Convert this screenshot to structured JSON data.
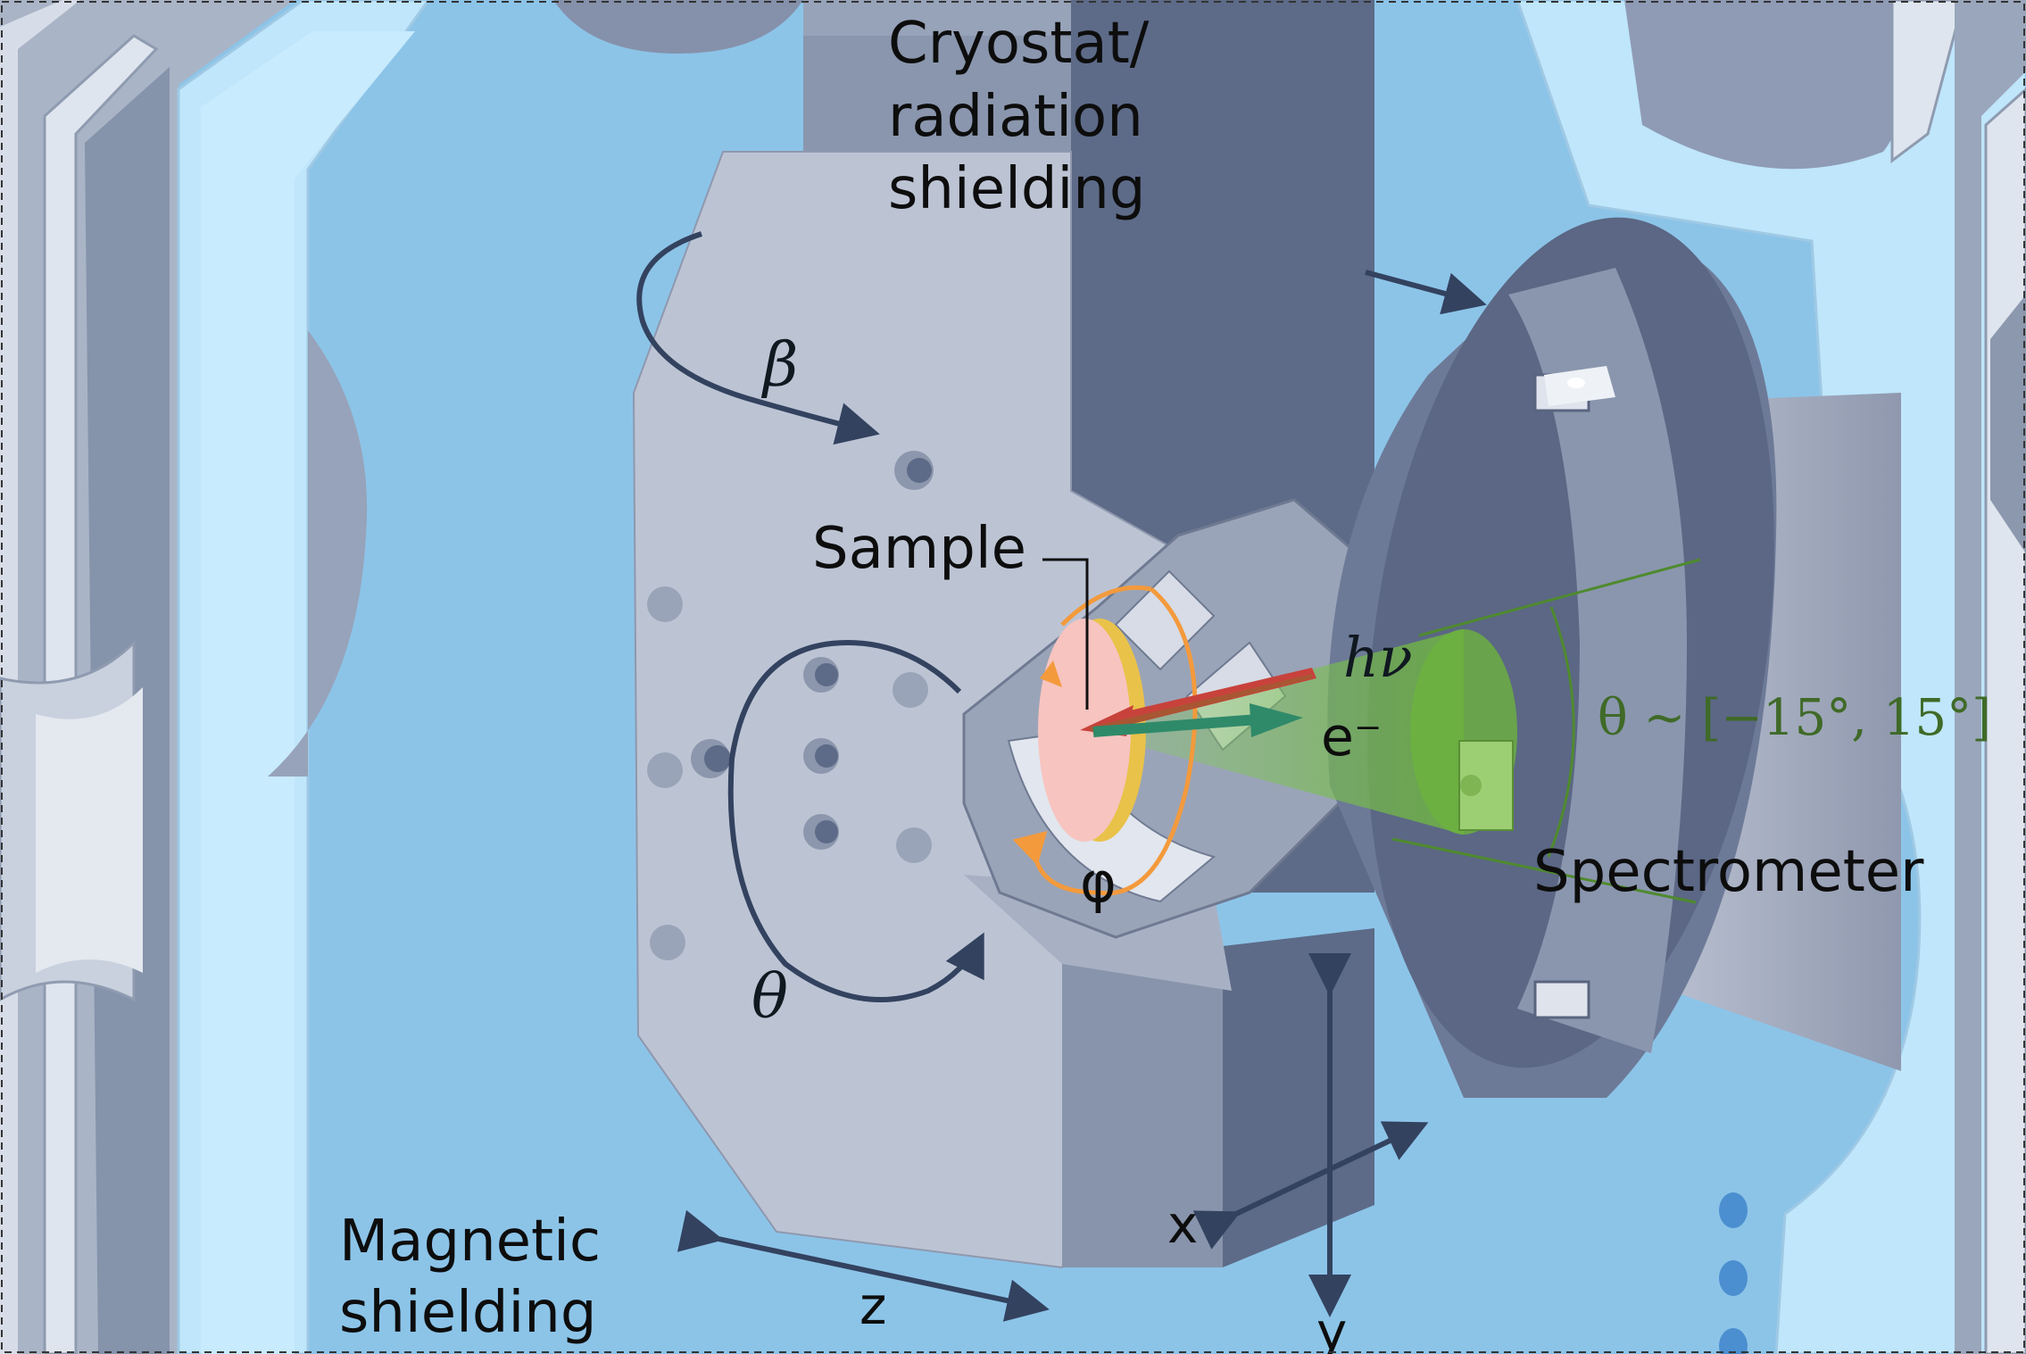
{
  "labels": {
    "cryostat_line1": "Cryostat/",
    "cryostat_line2": "radiation",
    "cryostat_line3": "shielding",
    "sample": "Sample",
    "spectrometer": "Spectrometer",
    "magnetic_line1": "Magnetic",
    "magnetic_line2": "shielding",
    "beta": "β",
    "theta": "θ",
    "phi": "φ",
    "photon": "hν",
    "electron": "e⁻",
    "angular_range": "θ ~ [−15°, 15°]",
    "axis_x": "x",
    "axis_y": "y",
    "axis_z": "z"
  },
  "colors": {
    "background": "#8cc4e8",
    "shield_light": "#bfe6fb",
    "manipulator_light": "#bcc4d4",
    "manipulator_dark": "#5e6c88",
    "spectrometer": "#6d7a97",
    "arrow": "#33425f",
    "sample": "#f7c4c0",
    "rotation_orange": "#f39a3c",
    "photon_beam": "#c8423c",
    "electron_beam": "#2f8a6a",
    "acceptance_cone": "#6db33f",
    "angle_text": "#3f6a27"
  },
  "icons": [
    "rotation-arrow-icon",
    "double-arrow-icon"
  ]
}
